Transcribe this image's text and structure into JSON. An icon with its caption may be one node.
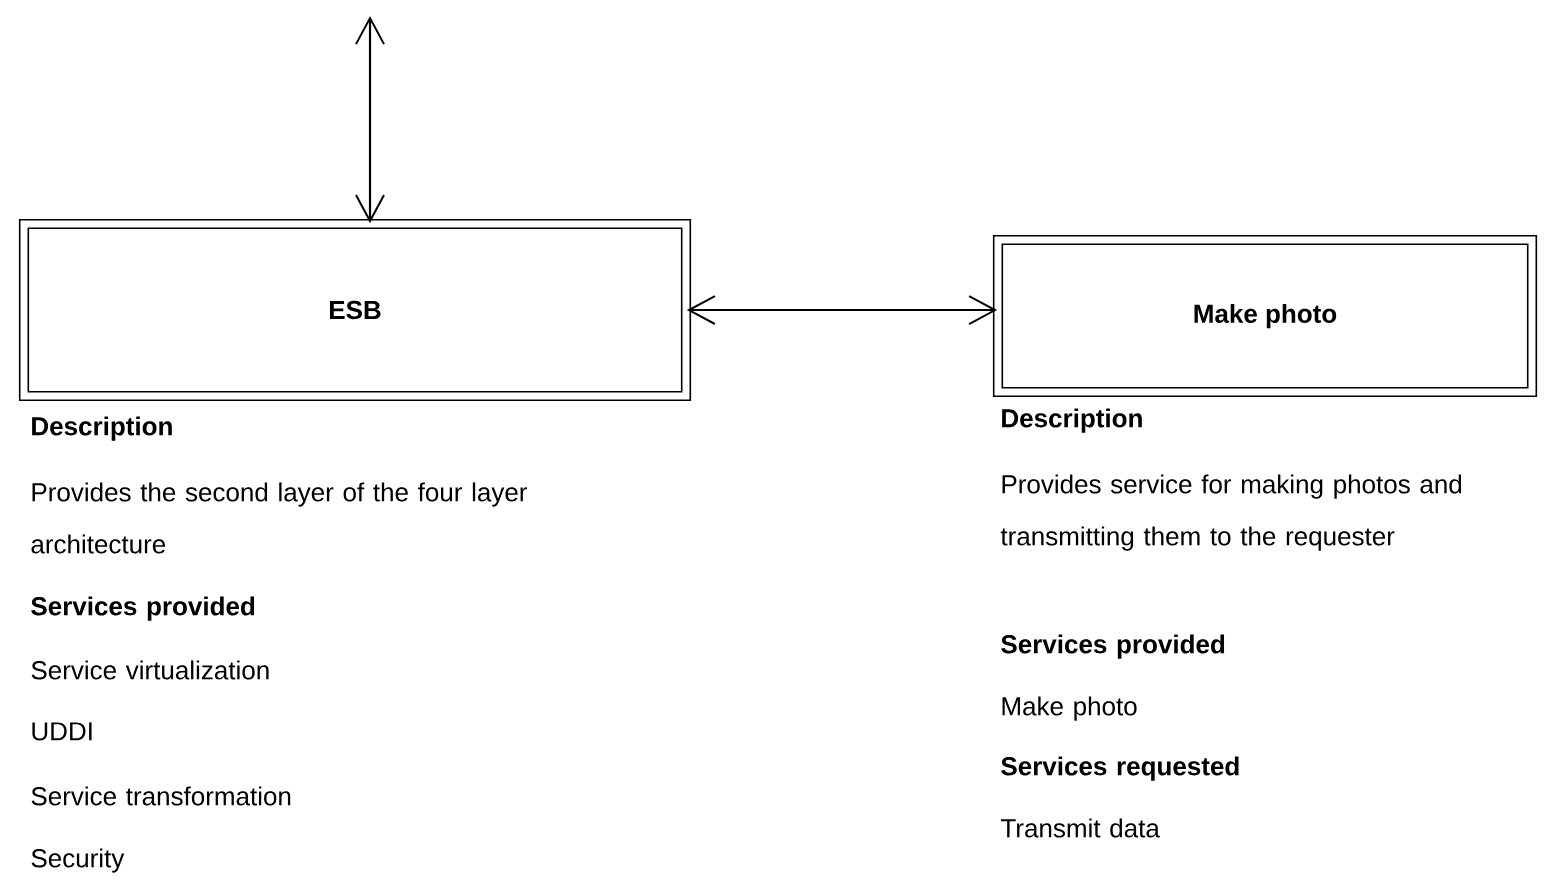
{
  "diagram": {
    "nodes": [
      {
        "text": [
          "ESB"
        ],
        "beside": [
          "Description",
          "Provides the second layer of the four layer architecture",
          "Services provided",
          "Service virtualization",
          "UDDI",
          "Service transformation",
          "Security"
        ]
      },
      {
        "text": [
          "Make photo"
        ],
        "beside": [
          "Description",
          "Provides service for making photos and transmitting them to the requester",
          "Services provided",
          "Make photo",
          "Services requested",
          "Transmit data"
        ]
      }
    ],
    "edges": [
      {
        "from": null,
        "to": 0,
        "arrow": "both"
      },
      {
        "from": 0,
        "to": 1,
        "arrow": "both"
      }
    ]
  }
}
